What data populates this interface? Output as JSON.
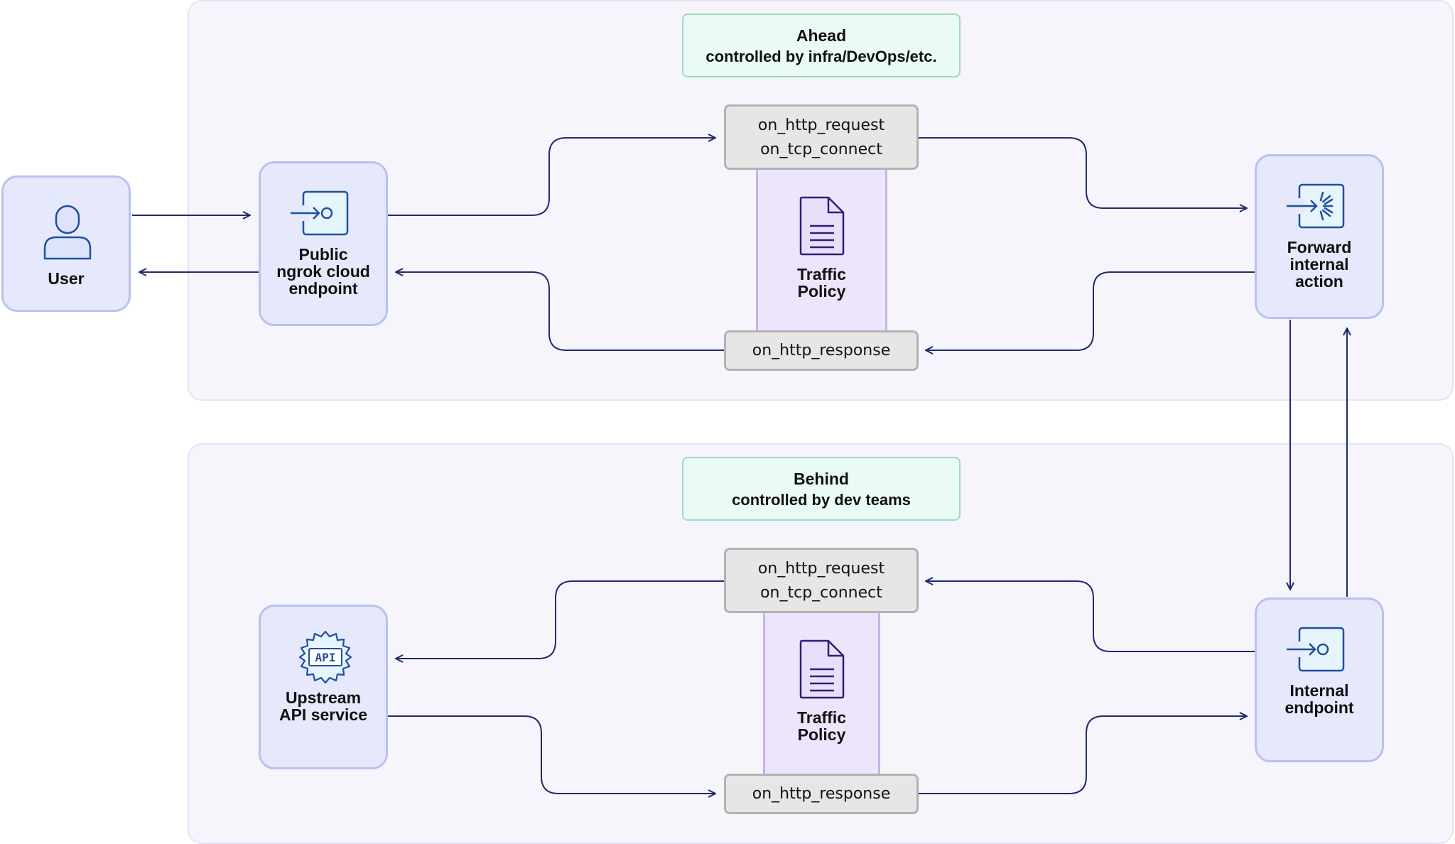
{
  "colors": {
    "wire": "#1f2a6e",
    "icon": "#1f4fa0",
    "policy_icon": "#3b1878"
  },
  "top": {
    "title": "Ahead",
    "subtitle": "controlled by infra/DevOps/etc.",
    "request_hooks": [
      "on_http_request",
      "on_tcp_connect"
    ],
    "response_hook": "on_http_response",
    "policy": [
      "Traffic",
      "Policy"
    ]
  },
  "bottom": {
    "title": "Behind",
    "subtitle": "controlled by dev teams",
    "request_hooks": [
      "on_http_request",
      "on_tcp_connect"
    ],
    "response_hook": "on_http_response",
    "policy": [
      "Traffic",
      "Policy"
    ]
  },
  "nodes": {
    "user": [
      "User"
    ],
    "public_endpoint": [
      "Public",
      "ngrok cloud",
      "endpoint"
    ],
    "forward_action": [
      "Forward",
      "internal",
      "action"
    ],
    "internal_endpoint": [
      "Internal",
      "endpoint"
    ],
    "upstream_api": [
      "Upstream",
      "API service"
    ],
    "api_badge": "API"
  }
}
